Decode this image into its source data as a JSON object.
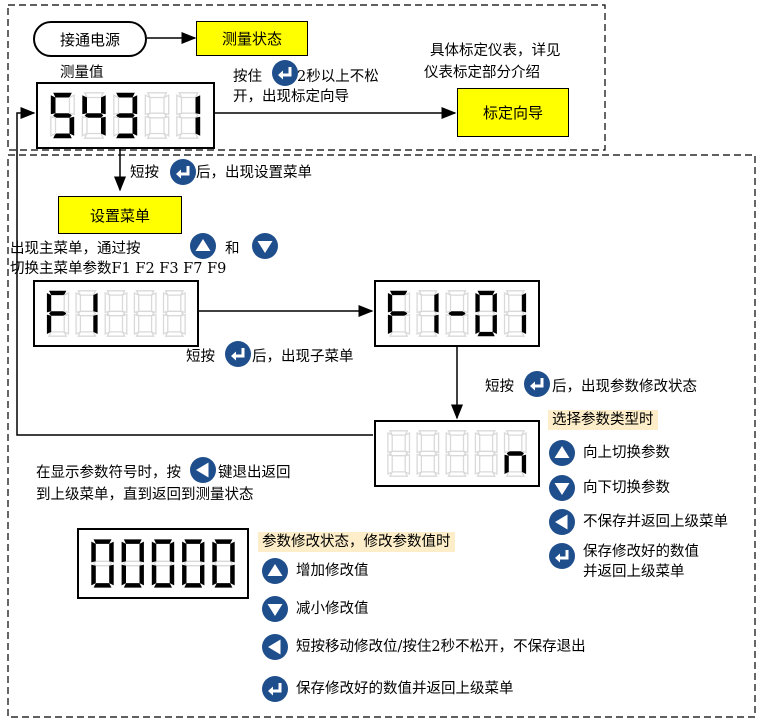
{
  "power_on": "接通电源",
  "measure_state": "测量状态",
  "measure_value_label": "测量值",
  "display_measure": "54321",
  "hold_text_1": "按住",
  "hold_text_2": "2秒以上不松",
  "hold_text_3": "开，出现标定向导",
  "calib_note_1": "具体标定仪表，详见",
  "calib_note_2": "仪表标定部分介绍",
  "calib_guide": "标定向导",
  "short_press_1": "短按",
  "short_press_1_after": "后，出现设置菜单",
  "setup_menu": "设置菜单",
  "main_menu_1a": "出现主菜单，通过按",
  "main_menu_1b": "和",
  "main_menu_2": "切换主菜单参数F1 F2 F3 F7 F9",
  "display_f1": "F1",
  "display_f101": "F1-01",
  "short_press_2": "短按",
  "short_press_2_after": "后，出现子菜单",
  "short_press_3": "短按",
  "short_press_3_after": "后，出现参数修改状态",
  "display_param": "n",
  "select_type_title": "选择参数类型时",
  "select_up": "向上切换参数",
  "select_down": "向下切换参数",
  "select_back": "不保存并返回上级菜单",
  "select_save_1": "保存修改好的数值",
  "select_save_2": "并返回上级菜单",
  "back_text_1a": "在显示参数符号时，按",
  "back_text_1b": "键退出返回",
  "back_text_2": "到上级菜单，直到返回到测量状态",
  "display_value": "00000",
  "modify_title": "参数修改状态，修改参数值时",
  "mod_increase": "增加修改值",
  "mod_decrease": "减小修改值",
  "mod_shift": "短按移动修改位/按住2秒不松开，不保存退出",
  "mod_save": "保存修改好的数值并返回上级菜单",
  "colors": {
    "highlight_yellow": "#ffff00",
    "note_bg": "#fdeec9",
    "icon_blue": "#1f4e8c",
    "ghost_segment": "#d9d9d9"
  }
}
